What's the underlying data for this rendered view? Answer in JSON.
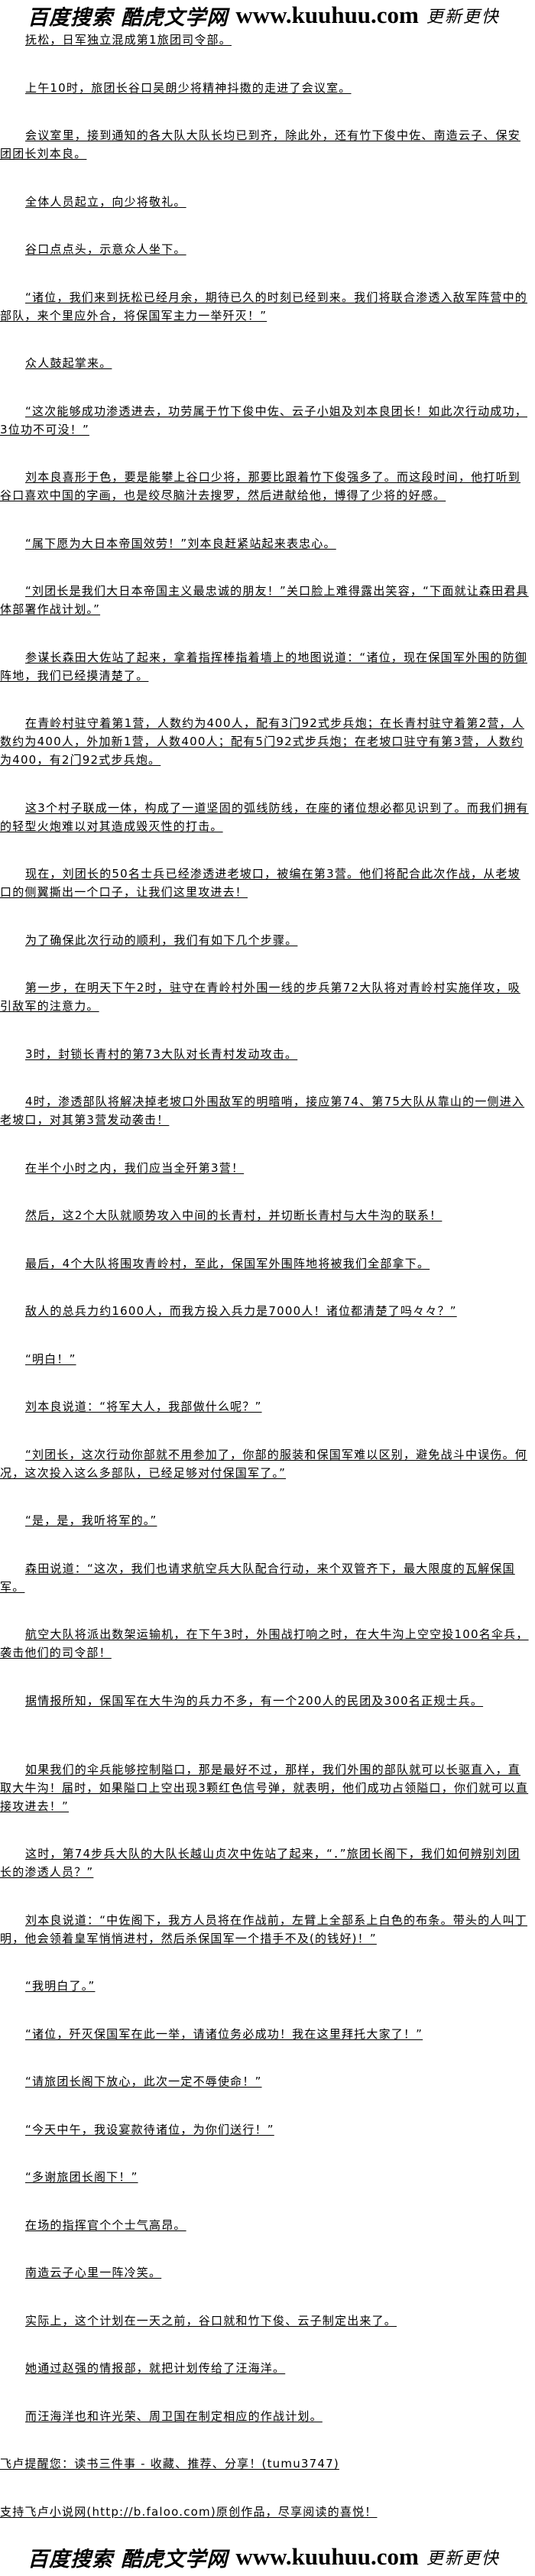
{
  "header_logo": {
    "site": "百度搜索 酷虎文学网",
    "url": "www.kuuhuu.com",
    "slogan": "更新更快"
  },
  "paragraphs": [
    "抚松，日军独立混成第1旅团司令部。",
    "上午10时，旅团长谷口吴朗少将精神抖擞的走进了会议室。",
    "会议室里，接到通知的各大队大队长均已到齐，除此外，还有竹下俊中佐、南造云子、保安团团长刘本良。",
    "全体人员起立，向少将敬礼。",
    "谷口点点头，示意众人坐下。",
    "“诸位，我们来到抚松已经月余，期待已久的时刻已经到来。我们将联合渗透入敌军阵营中的部队，来个里应外合，将保国军主力一举歼灭！”",
    "众人鼓起掌来。",
    "“这次能够成功渗透进去，功劳属于竹下俊中佐、云子小姐及刘本良团长！如此次行动成功，3位功不可没！”",
    "刘本良喜形于色，要是能攀上谷口少将，那要比跟着竹下俊强多了。而这段时间，他打听到谷口喜欢中国的字画，也是绞尽脑汁去搜罗，然后进献给他，博得了少将的好感。",
    "“属下愿为大日本帝国效劳！”刘本良赶紧站起来表忠心。",
    "“刘团长是我们大日本帝国主义最忠诚的朋友！”关口脸上难得露出笑容，“下面就让森田君具体部署作战计划。”",
    "参谋长森田大佐站了起来，拿着指挥棒指着墙上的地图说道：“诸位，现在保国军外围的防御阵地，我们已经摸清楚了。",
    "在青岭村驻守着第1营，人数约为400人，配有3门92式步兵炮；在长青村驻守着第2营，人数约为400人，外加新1营，人数400人；配有5门92式步兵炮；在老坡口驻守有第3营，人数约为400，有2门92式步兵炮。",
    "这3个村子联成一体，构成了一道坚固的弧线防线，在座的诸位想必都见识到了。而我们拥有的轻型火炮难以对其造成毁灭性的打击。",
    "现在，刘团长的50名士兵已经渗透进老坡口，被编在第3营。他们将配合此次作战，从老坡口的侧翼撕出一个口子，让我们这里攻进去！",
    "为了确保此次行动的顺利，我们有如下几个步骤。",
    "第一步，在明天下午2时，驻守在青岭村外围一线的步兵第72大队将对青岭村实施佯攻，吸引敌军的注意力。",
    "3时，封锁长青村的第73大队对长青村发动攻击。",
    "4时，渗透部队将解决掉老坡口外围敌军的明暗哨，接应第74、第75大队从靠山的一侧进入老坡口，对其第3营发动袭击！",
    "在半个小时之内，我们应当全歼第3营！",
    "然后，这2个大队就顺势攻入中间的长青村，并切断长青村与大牛沟的联系！",
    "最后，4个大队将围攻青岭村，至此，保国军外围阵地将被我们全部拿下。",
    "敌人的总兵力约1600人，而我方投入兵力是7000人！诸位都清楚了吗々々？”",
    "“明白！”",
    "刘本良说道：“将军大人，我部做什么呢？”",
    "“刘团长，这次行动你部就不用参加了，你部的服装和保国军难以区别，避免战斗中误伤。何况，这次投入这么多部队，已经足够对付保国军了。”",
    "“是，是，我听将军的。”",
    "森田说道：“这次，我们也请求航空兵大队配合行动，来个双管齐下，最大限度的瓦解保国军。",
    "航空大队将派出数架运输机，在下午3时，外围战打响之时，在大牛沟上空空投100名伞兵，袭击他们的司令部！",
    "据情报所知，保国军在大牛沟的兵力不多，有一个200人的民团及300名正规士兵。",
    "如果我们的伞兵能够控制隘口，那是最好不过，那样，我们外围的部队就可以长驱直入，直取大牛沟！届时，如果隘口上空出现3颗红色信号弹，就表明，他们成功占领隘口，你们就可以直接攻进去！”",
    "这时，第74步兵大队的大队长越山贞次中佐站了起来，“．”旅团长阁下，我们如何辨别刘团长的渗透人员？”",
    "刘本良说道：“中佐阁下，我方人员将在作战前，左臂上全部系上白色的布条。带头的人叫丁明，他会领着皇军悄悄进村，然后杀保国军一个措手不及(的钱好)！”",
    "“我明白了。”",
    "“诸位，歼灭保国军在此一举，请诸位务必成功！我在这里拜托大家了！”",
    "“请旅团长阁下放心，此次一定不辱使命！”",
    "“今天中午，我设宴款待诸位，为你们送行！”",
    "“多谢旅团长阁下！”",
    "在场的指挥官个个士气高昂。",
    "南造云子心里一阵冷笑。",
    "实际上，这个计划在一天之前，谷口就和竹下俊、云子制定出来了。",
    "她通过赵强的情报部，就把计划传给了汪海洋。",
    "而汪海洋也和许光荣、周卫国在制定相应的作战计划。"
  ],
  "notices": [
    "飞卢提醒您：读书三件事 - 收藏、推荐、分享！(tumu3747)",
    "支持飞卢小说网(http://b.faloo.com)原创作品，尽享阅读的喜悦！"
  ],
  "footer_logo": {
    "site": "百度搜索 酷虎文学网",
    "url": "www.kuuhuu.com",
    "slogan": "更新更快"
  }
}
